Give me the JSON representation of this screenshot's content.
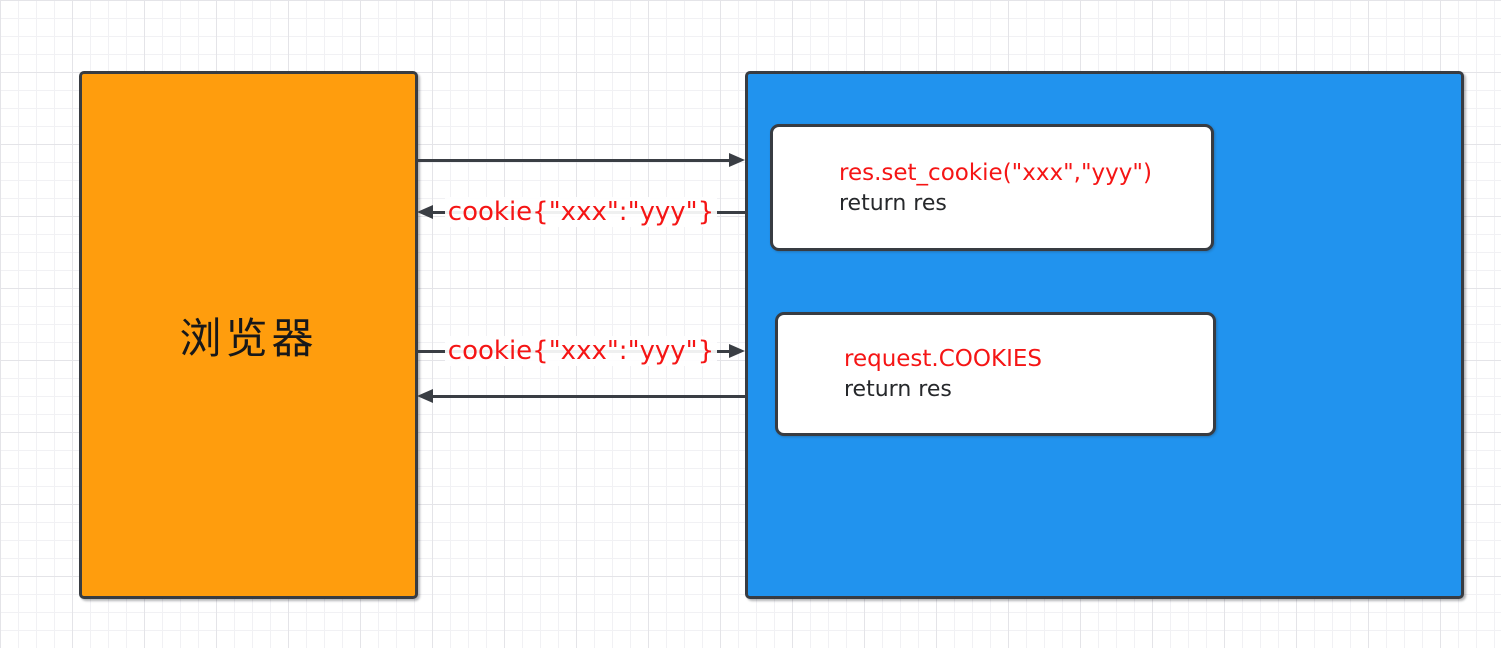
{
  "diagram": {
    "browser_node": {
      "label": "浏览器",
      "fill": "#ff9d0d"
    },
    "server_node": {
      "fill": "#2193ee",
      "code_boxes": [
        {
          "line_red": "res.set_cookie(\"xxx\",\"yyy\")",
          "line_black": "return res"
        },
        {
          "line_red": "request.COOKIES",
          "line_black": "return res"
        }
      ]
    },
    "arrows": [
      {
        "direction": "browser-to-server",
        "label": ""
      },
      {
        "direction": "server-to-browser",
        "label": "cookie{\"xxx\":\"yyy\"}"
      },
      {
        "direction": "browser-to-server",
        "label": "cookie{\"xxx\":\"yyy\"}"
      },
      {
        "direction": "server-to-browser",
        "label": ""
      }
    ],
    "colors": {
      "browser_fill": "#ff9d0d",
      "server_fill": "#2193ee",
      "code_text_red": "#f51515",
      "code_text_black": "#26282b",
      "stroke": "#383c42",
      "arrow": "#3a3e44"
    }
  }
}
